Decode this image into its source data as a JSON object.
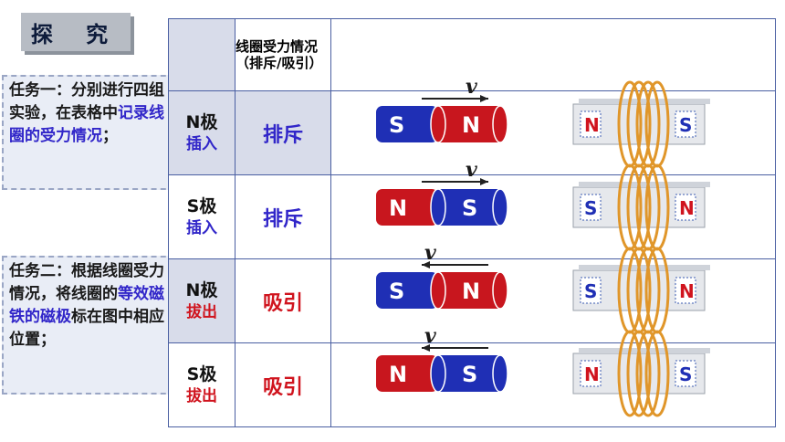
{
  "title": "探 究",
  "task1": {
    "lead": "任务一：分别进行四组实验，在表格中",
    "highlight": "记录线圈的受力情况",
    "tail": "；"
  },
  "task2": {
    "lead": "任务二：根据线圈受力情况，将线圈的",
    "highlight1": "等效磁铁的磁极",
    "tail": "标在图中相应位置；"
  },
  "header": {
    "force_col": "线圈受力情况（排斥/吸引）"
  },
  "velocity_symbol": "v",
  "rows": [
    {
      "pole": "N极",
      "action": "插入",
      "force": "排斥",
      "magnet": [
        "S",
        "N"
      ],
      "arrow": "right",
      "coil": [
        "N",
        "S"
      ]
    },
    {
      "pole": "S极",
      "action": "插入",
      "force": "排斥",
      "magnet": [
        "N",
        "S"
      ],
      "arrow": "right",
      "coil": [
        "S",
        "N"
      ]
    },
    {
      "pole": "N极",
      "action": "拔出",
      "force": "吸引",
      "magnet": [
        "S",
        "N"
      ],
      "arrow": "left",
      "coil": [
        "S",
        "N"
      ]
    },
    {
      "pole": "S极",
      "action": "拔出",
      "force": "吸引",
      "magnet": [
        "N",
        "S"
      ],
      "arrow": "left",
      "coil": [
        "N",
        "S"
      ]
    }
  ],
  "colors": {
    "magnet_blue": "#1f2fb5",
    "magnet_red": "#c8161e",
    "coil": "#e0962a",
    "text_blue": "#3126c9",
    "text_red": "#d0141e"
  }
}
